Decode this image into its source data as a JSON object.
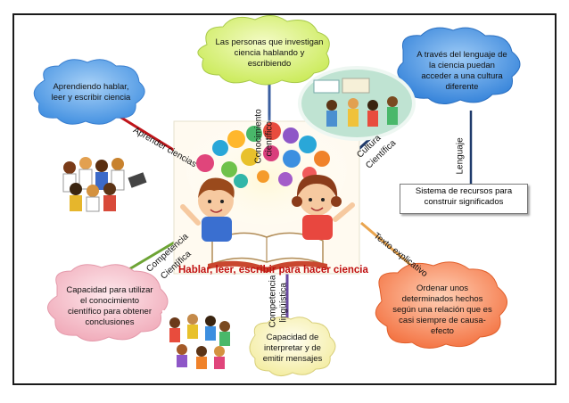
{
  "central": {
    "title": "Hablar, leer,  escribir para hacer ciencia"
  },
  "nodes": {
    "top": "Las personas que investigan ciencia hablando  y escribiendo",
    "top_left": "Aprendiendo hablar, leer y escribir ciencia",
    "top_right": "A través del lenguaje de la ciencia puedan acceder a una cultura diferente",
    "right_box": "Sistema de recursos para construir significados",
    "bottom_right": "Ordenar unos determinados hechos según una relación que es casi siempre de causa-efecto",
    "bottom": "Capacidad de interpretar y de emitir mensajes",
    "bottom_left": "Capacidad para utilizar el conocimiento científico para obtener conclusiones"
  },
  "link_labels": {
    "top": [
      "Conocimiento",
      "científico"
    ],
    "top_left": "Aprender ciencias",
    "top_right": [
      "Cultura",
      "Científica"
    ],
    "right": "Lenguaje",
    "bottom_right": [
      "Texto explicativo"
    ],
    "bottom": [
      "Competencia",
      "lingüística"
    ],
    "bottom_left": [
      "Competencia",
      "Científica"
    ]
  },
  "colors": {
    "cloud_green": "#dcf57a",
    "cloud_blue": "#5aa2ea",
    "cloud_yellow": "#fbf6c9",
    "cloud_orange": "#f58a5c",
    "cloud_pink": "#f6cbd4",
    "link_red": "#c0161b",
    "link_blue": "#3b5fa0",
    "link_navy": "#1f3a6b",
    "link_orange": "#e9a44e",
    "link_purple": "#6a4aa0",
    "link_green": "#6da435",
    "title_red": "#c01010"
  }
}
